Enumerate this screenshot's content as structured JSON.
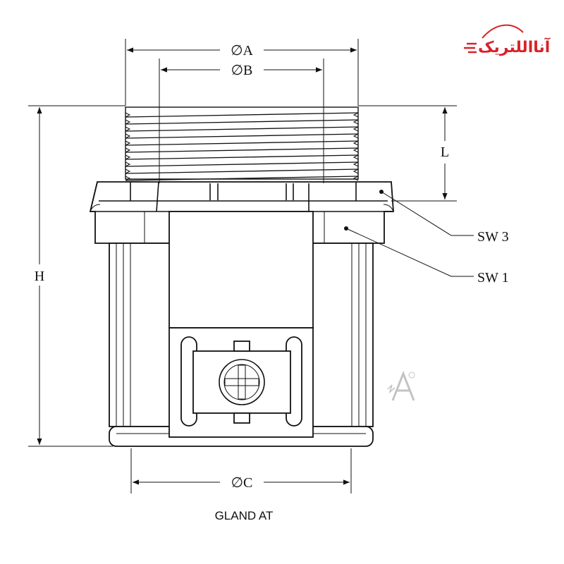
{
  "diagram": {
    "caption": "GLAND AT",
    "labels": {
      "dia_a": "∅A",
      "dia_b": "∅B",
      "dia_c": "∅C",
      "height": "H",
      "thread_length": "L",
      "sw3": "SW 3",
      "sw1": "SW 1"
    }
  },
  "brand": {
    "logo_text": "آنااللتریک",
    "color": "#d6232a",
    "watermark_icon": "a-lightning-watermark"
  }
}
